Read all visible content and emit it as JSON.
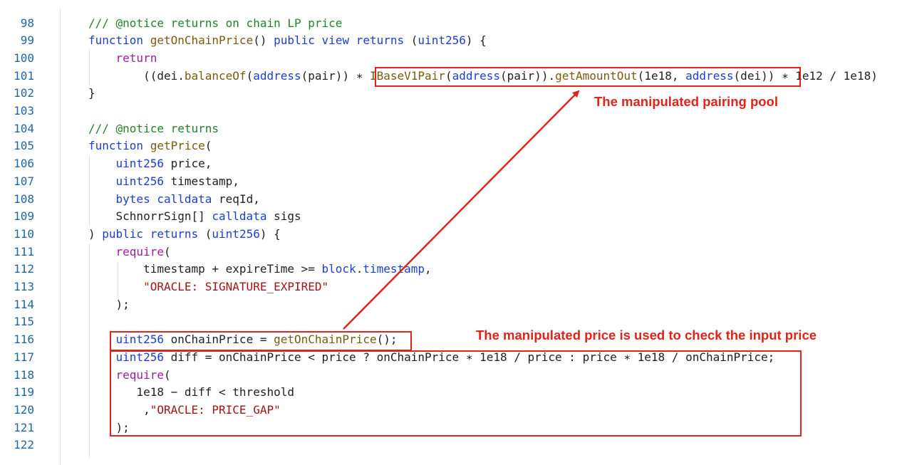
{
  "lines": [
    {
      "n": "98",
      "segs": [
        {
          "c": "cm",
          "t": "/// @notice returns on chain LP price"
        }
      ]
    },
    {
      "n": "99",
      "segs": [
        {
          "c": "kw",
          "t": "function"
        },
        {
          "c": "",
          "t": " "
        },
        {
          "c": "fn",
          "t": "getOnChainPrice"
        },
        {
          "c": "",
          "t": "() "
        },
        {
          "c": "kw",
          "t": "public"
        },
        {
          "c": "",
          "t": " "
        },
        {
          "c": "kw",
          "t": "view"
        },
        {
          "c": "",
          "t": " "
        },
        {
          "c": "kw",
          "t": "returns"
        },
        {
          "c": "",
          "t": " ("
        },
        {
          "c": "ty",
          "t": "uint256"
        },
        {
          "c": "",
          "t": ") {"
        }
      ]
    },
    {
      "n": "100",
      "segs": [
        {
          "c": "",
          "t": "    "
        },
        {
          "c": "ctl",
          "t": "return"
        }
      ]
    },
    {
      "n": "101",
      "segs": [
        {
          "c": "",
          "t": "        ((dei."
        },
        {
          "c": "fn",
          "t": "balanceOf"
        },
        {
          "c": "",
          "t": "("
        },
        {
          "c": "kw",
          "t": "address"
        },
        {
          "c": "",
          "t": "(pair)) ∗ "
        },
        {
          "c": "fn",
          "t": "IBaseV1Pair"
        },
        {
          "c": "",
          "t": "("
        },
        {
          "c": "kw",
          "t": "address"
        },
        {
          "c": "",
          "t": "(pair))."
        },
        {
          "c": "fn",
          "t": "getAmountOut"
        },
        {
          "c": "",
          "t": "(1e18, "
        },
        {
          "c": "kw",
          "t": "address"
        },
        {
          "c": "",
          "t": "(dei)) ∗ 1e12 / 1e18)"
        }
      ]
    },
    {
      "n": "102",
      "segs": [
        {
          "c": "",
          "t": "}"
        }
      ]
    },
    {
      "n": "103",
      "segs": []
    },
    {
      "n": "104",
      "segs": [
        {
          "c": "cm",
          "t": "/// @notice returns"
        }
      ]
    },
    {
      "n": "105",
      "segs": [
        {
          "c": "kw",
          "t": "function"
        },
        {
          "c": "",
          "t": " "
        },
        {
          "c": "fn",
          "t": "getPrice"
        },
        {
          "c": "",
          "t": "("
        }
      ]
    },
    {
      "n": "106",
      "segs": [
        {
          "c": "",
          "t": "    "
        },
        {
          "c": "ty",
          "t": "uint256"
        },
        {
          "c": "",
          "t": " price,"
        }
      ]
    },
    {
      "n": "107",
      "segs": [
        {
          "c": "",
          "t": "    "
        },
        {
          "c": "ty",
          "t": "uint256"
        },
        {
          "c": "",
          "t": " timestamp,"
        }
      ]
    },
    {
      "n": "108",
      "segs": [
        {
          "c": "",
          "t": "    "
        },
        {
          "c": "ty",
          "t": "bytes"
        },
        {
          "c": "",
          "t": " "
        },
        {
          "c": "kw",
          "t": "calldata"
        },
        {
          "c": "",
          "t": " reqId,"
        }
      ]
    },
    {
      "n": "109",
      "segs": [
        {
          "c": "",
          "t": "    SchnorrSign[] "
        },
        {
          "c": "kw",
          "t": "calldata"
        },
        {
          "c": "",
          "t": " sigs"
        }
      ]
    },
    {
      "n": "110",
      "segs": [
        {
          "c": "",
          "t": ") "
        },
        {
          "c": "kw",
          "t": "public"
        },
        {
          "c": "",
          "t": " "
        },
        {
          "c": "kw",
          "t": "returns"
        },
        {
          "c": "",
          "t": " ("
        },
        {
          "c": "ty",
          "t": "uint256"
        },
        {
          "c": "",
          "t": ") {"
        }
      ]
    },
    {
      "n": "111",
      "segs": [
        {
          "c": "",
          "t": "    "
        },
        {
          "c": "ctl",
          "t": "require"
        },
        {
          "c": "",
          "t": "("
        }
      ]
    },
    {
      "n": "112",
      "segs": [
        {
          "c": "",
          "t": "        timestamp + expireTime >= "
        },
        {
          "c": "kw",
          "t": "block"
        },
        {
          "c": "",
          "t": "."
        },
        {
          "c": "kw",
          "t": "timestamp"
        },
        {
          "c": "",
          "t": ","
        }
      ]
    },
    {
      "n": "113",
      "segs": [
        {
          "c": "",
          "t": "        "
        },
        {
          "c": "str",
          "t": "\"ORACLE: SIGNATURE_EXPIRED\""
        }
      ]
    },
    {
      "n": "114",
      "segs": [
        {
          "c": "",
          "t": "    );"
        }
      ]
    },
    {
      "n": "115",
      "segs": []
    },
    {
      "n": "116",
      "segs": [
        {
          "c": "",
          "t": "    "
        },
        {
          "c": "ty",
          "t": "uint256"
        },
        {
          "c": "",
          "t": " onChainPrice = "
        },
        {
          "c": "fn",
          "t": "getOnChainPrice"
        },
        {
          "c": "",
          "t": "();"
        }
      ]
    },
    {
      "n": "117",
      "segs": [
        {
          "c": "",
          "t": "    "
        },
        {
          "c": "ty",
          "t": "uint256"
        },
        {
          "c": "",
          "t": " diff = onChainPrice < price ? onChainPrice ∗ 1e18 / price : price ∗ 1e18 / onChainPrice;"
        }
      ]
    },
    {
      "n": "118",
      "segs": [
        {
          "c": "",
          "t": "    "
        },
        {
          "c": "ctl",
          "t": "require"
        },
        {
          "c": "",
          "t": "("
        }
      ]
    },
    {
      "n": "119",
      "segs": [
        {
          "c": "",
          "t": "       1e18 − diff < threshold"
        }
      ]
    },
    {
      "n": "120",
      "segs": [
        {
          "c": "",
          "t": "        ,"
        },
        {
          "c": "str",
          "t": "\"ORACLE: PRICE_GAP\""
        }
      ]
    },
    {
      "n": "121",
      "segs": [
        {
          "c": "",
          "t": "    );"
        }
      ]
    },
    {
      "n": "122",
      "segs": []
    }
  ],
  "annotations": {
    "pairing_pool": "The manipulated pairing pool",
    "input_price": "The manipulated price is used to check the input price"
  },
  "colors": {
    "annotation": "#e0241b",
    "line_number": "#1e66a8",
    "comment": "#23822a",
    "keyword": "#1b3fcf",
    "function": "#7b5a10",
    "control": "#9b1fa6",
    "string": "#a31515"
  }
}
